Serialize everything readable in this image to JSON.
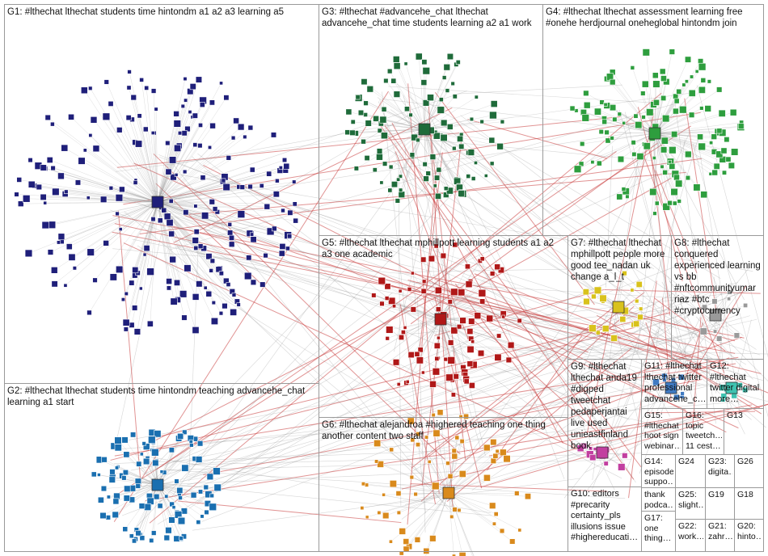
{
  "groups": [
    {
      "id": "G1",
      "label": "G1: #lthechat lthechat students time hintondm a1 a2 a3 learning a5",
      "color": "#1f1f7a"
    },
    {
      "id": "G2",
      "label": "G2: #lthechat lthechat students time hintondm teaching advancehe_chat learning a1 start",
      "color": "#1a6fb0"
    },
    {
      "id": "G3",
      "label": "G3: #lthechat #advancehe_chat lthechat advancehe_chat time students learning a2 a1 work",
      "color": "#1f6b3a"
    },
    {
      "id": "G4",
      "label": "G4: #lthechat lthechat assessment learning free #onehe herdjournal oneheglobal hintondm join",
      "color": "#2e9e3e"
    },
    {
      "id": "G5",
      "label": "G5: #lthechat lthechat mphillpott learning students a1 a2 a3 one academic",
      "color": "#b01818"
    },
    {
      "id": "G6",
      "label": "G6: #lthechat alejandroa #highered teaching one thing another content two staff",
      "color": "#d98a1c"
    },
    {
      "id": "G7",
      "label": "G7: #lthechat lthechat mphillpott people more good tee_nadan uk change a_l_t",
      "color": "#d9c21c"
    },
    {
      "id": "G8",
      "label": "G8: #lthechat conquered experienced learning vs bb #nftcommunityumar riaz #btc #cryptocurrency",
      "color": "#9a9a9a"
    },
    {
      "id": "G9",
      "label": "G9: #lthechat lthechat anda19 #digped tweetchat pedaperjantai live used unieastfinland book",
      "color": "#c23fa0"
    },
    {
      "id": "G10",
      "label": "G10: editors #precarity certainty_pls illusions issue #highereducati…",
      "color": "#7a3fc2"
    },
    {
      "id": "G11",
      "label": "G11: #lthechat lthechat twitter professional advancehe_c…",
      "color": "#3f7ac2"
    },
    {
      "id": "G12",
      "label": "G12: #lthechat twitter digital more…",
      "color": "#3fc2b0"
    },
    {
      "id": "G13",
      "label": "G13",
      "color": "#7a7a7a"
    },
    {
      "id": "G14",
      "label": "G14: episode suppo…",
      "color": "#7a7a7a"
    },
    {
      "id": "G15",
      "label": "G15: #lthechat hoot sign webinar…",
      "color": "#7a7a7a"
    },
    {
      "id": "G16",
      "label": "G16: topic tweetch… 11 cest…",
      "color": "#7a7a7a"
    },
    {
      "id": "G17",
      "label": "G17: one thing…",
      "color": "#7a7a7a"
    },
    {
      "id": "G18",
      "label": "G18",
      "color": "#7a7a7a"
    },
    {
      "id": "G19",
      "label": "G19",
      "color": "#7a7a7a"
    },
    {
      "id": "G20",
      "label": "G20: hinto…",
      "color": "#7a7a7a"
    },
    {
      "id": "G21",
      "label": "G21: zahr…",
      "color": "#7a7a7a"
    },
    {
      "id": "G22",
      "label": "G22: work…",
      "color": "#7a7a7a"
    },
    {
      "id": "G23",
      "label": "G23: digita…",
      "color": "#7a7a7a"
    },
    {
      "id": "G24",
      "label": "G24",
      "color": "#7a7a7a"
    },
    {
      "id": "G25",
      "label": "G25: slight…",
      "color": "#7a7a7a"
    },
    {
      "id": "G26",
      "label": "G26",
      "color": "#7a7a7a"
    },
    {
      "id": "G24b",
      "label": "thank podca…",
      "color": "#7a7a7a"
    }
  ]
}
